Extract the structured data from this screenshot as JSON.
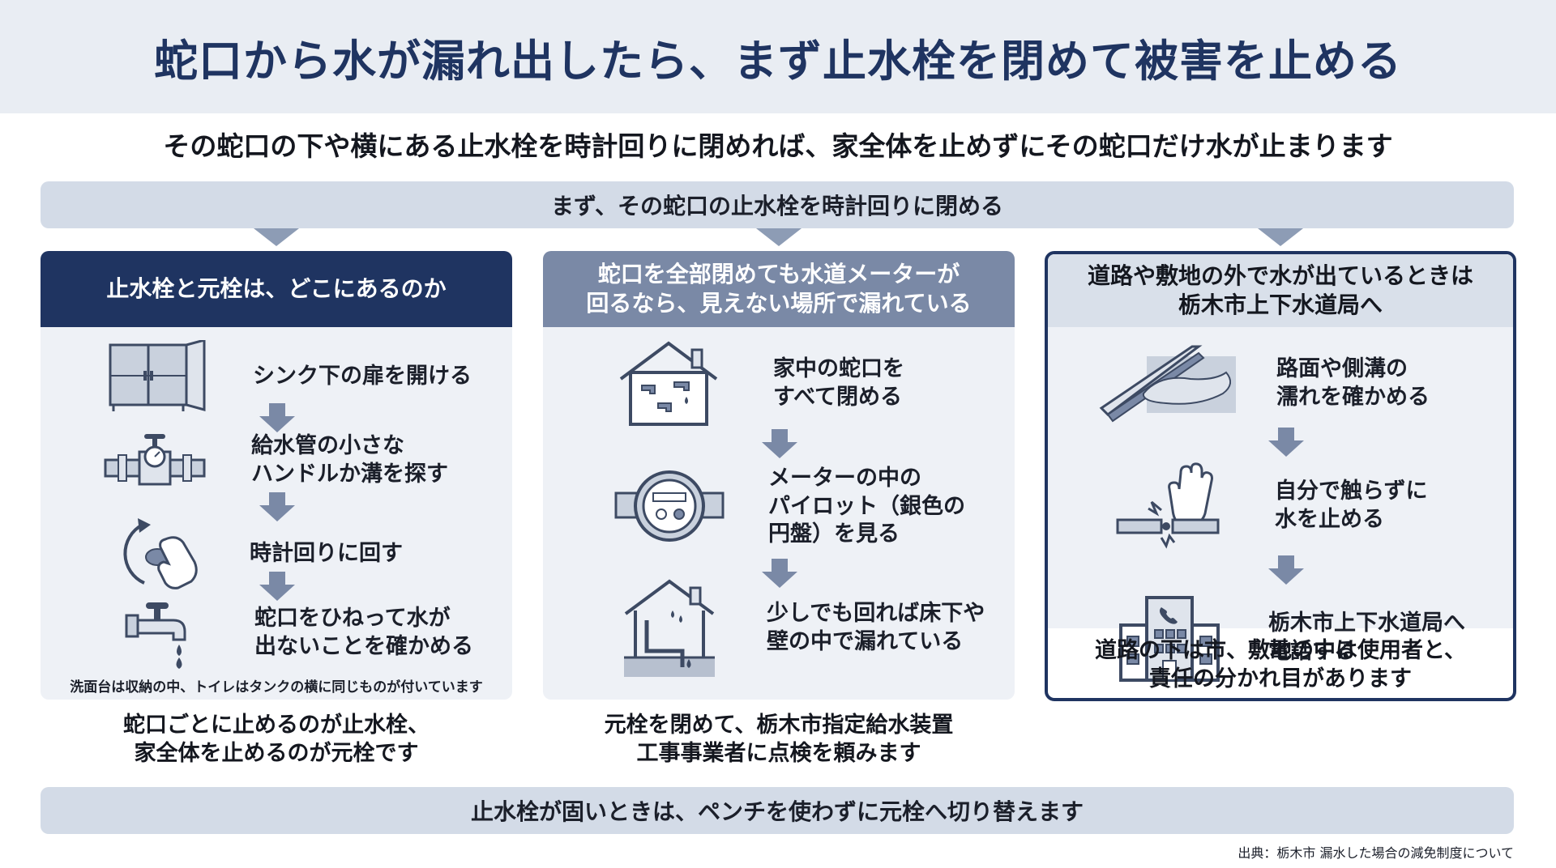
{
  "title": "蛇口から水が漏れ出したら、まず止水栓を閉めて被害を止める",
  "subtitle": "その蛇口の下や横にある止水栓を時計回りに閉めれば、家全体を止めずにその蛇口だけ水が止まります",
  "top_step": "まず、その蛇口の止水栓を時計回りに閉める",
  "columns": [
    {
      "header": "止水栓と元栓は、どこにあるのか",
      "steps": [
        {
          "icon": "cabinet-icon",
          "text": "シンク下の扉を開ける"
        },
        {
          "icon": "pipe-valve-icon",
          "text": "給水管の小さな\nハンドルか溝を探す"
        },
        {
          "icon": "hand-rotate-icon",
          "text": "時計回りに回す"
        },
        {
          "icon": "faucet-drip-icon",
          "text": "蛇口をひねって水が\n出ないことを確かめる"
        }
      ],
      "note": "洗面台は収納の中、トイレはタンクの横に同じものが付いています",
      "footer": "蛇口ごとに止めるのが止水栓、\n家全体を止めるのが元栓です"
    },
    {
      "header": "蛇口を全部閉めても水道メーターが\n回るなら、見えない場所で漏れている",
      "steps": [
        {
          "icon": "house-faucets-icon",
          "text": "家中の蛇口を\nすべて閉める"
        },
        {
          "icon": "water-meter-icon",
          "text": "メーターの中の\nパイロット（銀色の\n円盤）を見る"
        },
        {
          "icon": "house-leak-icon",
          "text": "少しでも回れば床下や\n壁の中で漏れている"
        }
      ],
      "footer": "元栓を閉めて、栃木市指定給水装置\n工事事業者に点検を頼みます"
    },
    {
      "header": "道路や敷地の外で水が出ているときは\n栃木市上下水道局へ",
      "steps": [
        {
          "icon": "road-puddle-icon",
          "text": "路面や側溝の\n濡れを確かめる"
        },
        {
          "icon": "hand-broken-pipe-icon",
          "text": "自分で触らずに\n水を止める"
        },
        {
          "icon": "office-building-phone-icon",
          "text": "栃木市上下水道局へ\n電話する"
        }
      ],
      "footer": "道路の下は市、敷地の中は使用者と、\n責任の分かれ目があります"
    }
  ],
  "bottom_note": "止水栓が固いときは、ペンチを使わずに元栓へ切り替えます",
  "source": "出典：栃木市 漏水した場合の減免制度について",
  "colors": {
    "navy": "#1f3461",
    "slate": "#7a89a6",
    "light_band": "#d3dbe7",
    "panel": "#eef1f6"
  }
}
